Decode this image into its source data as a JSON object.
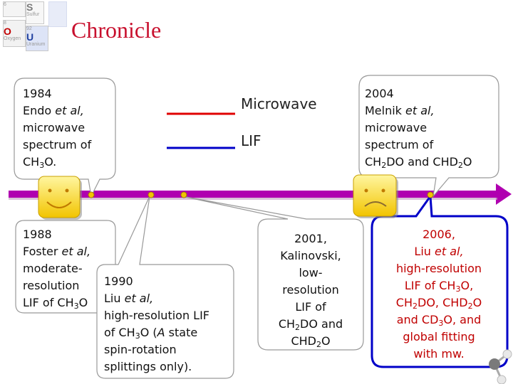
{
  "title": "Chronicle",
  "periodic_tiles": [
    {
      "num": "6",
      "sym": "",
      "name": ""
    },
    {
      "num": "",
      "sym": "S",
      "name": "Sulfur"
    },
    {
      "num": "8",
      "sym": "O",
      "name": "Oxygen"
    },
    {
      "num": "92",
      "sym": "U",
      "name": "Uranium"
    }
  ],
  "legend": {
    "microwave": {
      "label": "Microwave",
      "color": "#e00000"
    },
    "lif": {
      "label": "LIF",
      "color": "#0000c8"
    }
  },
  "timeline": {
    "color": "#b000b0"
  },
  "entries": {
    "e1984": {
      "line1": "1984",
      "line2_pre": "Endo ",
      "line2_it": "et al,",
      "line3": "microwave",
      "line4": "spectrum of",
      "line5_a": "CH",
      "line5_sub": "3",
      "line5_b": "O."
    },
    "e1988": {
      "line1": "1988",
      "line2_pre": "Foster ",
      "line2_it": "et al,",
      "line3": "moderate-",
      "line4": "resolution",
      "line5_a": "LIF of CH",
      "line5_sub": "3",
      "line5_b": "O"
    },
    "e1990": {
      "line1": "1990",
      "line2_pre": "Liu ",
      "line2_it": "et al,",
      "line3": "high-resolution LIF",
      "line4_a": "of CH",
      "line4_sub": "3",
      "line4_b": "O (",
      "line4_it": "A",
      "line4_c": " state",
      "line5": "spin-rotation",
      "line6": "splittings only)."
    },
    "e2001": {
      "line1": "2001,",
      "line2": "Kalinovski,",
      "line3": "low-",
      "line4": "resolution",
      "line5": "LIF of",
      "line6_a": "CH",
      "line6_sub": "2",
      "line6_b": "DO and",
      "line7_a": "CHD",
      "line7_sub": "2",
      "line7_b": "O"
    },
    "e2004": {
      "line1": "2004",
      "line2_pre": "Melnik ",
      "line2_it": "et al,",
      "line3": "microwave",
      "line4": "spectrum of",
      "line5_a": "CH",
      "line5_sub": "2",
      "line5_b": "DO and CHD",
      "line5_sub2": "2",
      "line5_c": "O"
    },
    "e2006": {
      "line1": "2006,",
      "line2_pre": "Liu ",
      "line2_it": "et al,",
      "line3": "high-resolution",
      "line4_a": "LIF of CH",
      "line4_sub": "3",
      "line4_b": "O,",
      "line5_a": "CH",
      "line5_sub": "2",
      "line5_b": "DO, CHD",
      "line5_sub2": "2",
      "line5_c": "O",
      "line6_a": "and CD",
      "line6_sub": "3",
      "line6_b": "O, and",
      "line7": "global fitting",
      "line8": "with mw."
    }
  }
}
